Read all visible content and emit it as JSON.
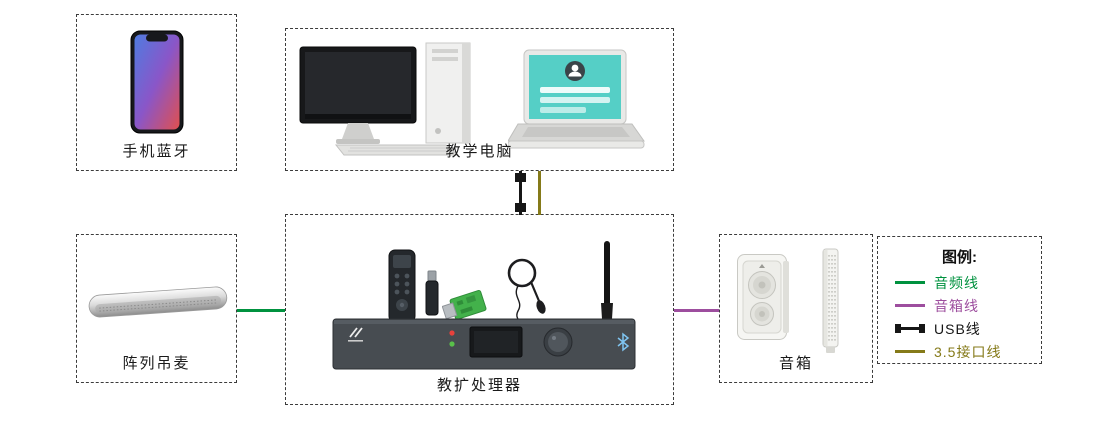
{
  "nodes": {
    "phone": {
      "label": "手机蓝牙",
      "devices": [
        "smartphone"
      ]
    },
    "computer": {
      "label": "教学电脑",
      "devices": [
        "desktop-computer",
        "laptop"
      ]
    },
    "array_mic": {
      "label": "阵列吊麦",
      "devices": [
        "array-ceiling-microphone"
      ]
    },
    "processor": {
      "label": "教扩处理器",
      "devices": [
        "remote-control",
        "usb-dongle",
        "wireless-module",
        "headset-microphone",
        "processor-main-unit"
      ]
    },
    "speaker": {
      "label": "音箱",
      "devices": [
        "wall-speaker",
        "column-speaker"
      ]
    }
  },
  "legend": {
    "title": "图例:",
    "items": [
      {
        "id": "audio-line",
        "label": "音频线",
        "color": "#00923f"
      },
      {
        "id": "speaker-line",
        "label": "音箱线",
        "color": "#9d4e9e"
      },
      {
        "id": "usb-line",
        "label": "USB线",
        "color": "#161616"
      },
      {
        "id": "aux-3.5-line",
        "label": "3.5接口线",
        "color": "#857a19"
      }
    ]
  },
  "connections": [
    {
      "from": "阵列吊麦",
      "to": "教扩处理器",
      "cable": "音频线",
      "color": "#00923f"
    },
    {
      "from": "教扩处理器",
      "to": "音箱",
      "cable": "音箱线",
      "color": "#9d4e9e"
    },
    {
      "from": "教学电脑",
      "to": "教扩处理器",
      "cable": "USB线",
      "color": "#161616"
    },
    {
      "from": "教学电脑",
      "to": "教扩处理器",
      "cable": "3.5接口线",
      "color": "#857a19"
    }
  ]
}
